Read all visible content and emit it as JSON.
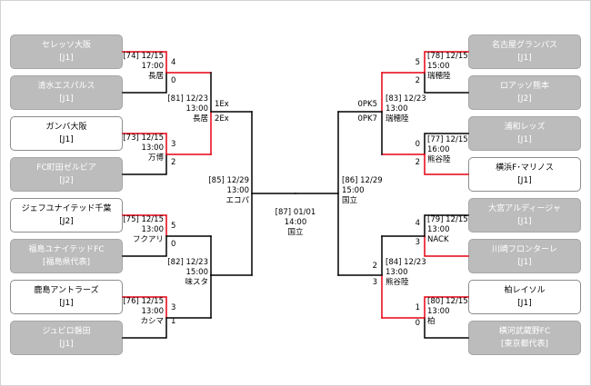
{
  "teams_left": [
    {
      "name": "セレッソ大阪",
      "division": "[J1]",
      "advanced": false
    },
    {
      "name": "清水エスパルス",
      "division": "[J1]",
      "advanced": false
    },
    {
      "name": "ガンバ大阪",
      "division": "[J1]",
      "advanced": true
    },
    {
      "name": "FC町田ゼルビア",
      "division": "[J2]",
      "advanced": false
    },
    {
      "name": "ジェフユナイテッド千葉",
      "division": "[J2]",
      "advanced": true
    },
    {
      "name": "福島ユナイテッドFC",
      "division": "[福島県代表]",
      "advanced": false
    },
    {
      "name": "鹿島アントラーズ",
      "division": "[J1]",
      "advanced": true
    },
    {
      "name": "ジュビロ磐田",
      "division": "[J1]",
      "advanced": false
    }
  ],
  "teams_right": [
    {
      "name": "名古屋グランパス",
      "division": "[J1]",
      "advanced": false
    },
    {
      "name": "ロアッソ熊本",
      "division": "[J2]",
      "advanced": false
    },
    {
      "name": "浦和レッズ",
      "division": "[J1]",
      "advanced": false
    },
    {
      "name": "横浜F･マリノス",
      "division": "[J1]",
      "advanced": true
    },
    {
      "name": "大宮アルディージャ",
      "division": "[J1]",
      "advanced": false
    },
    {
      "name": "川崎フロンターレ",
      "division": "[J1]",
      "advanced": false
    },
    {
      "name": "柏レイソル",
      "division": "[J1]",
      "advanced": true
    },
    {
      "name": "横河武蔵野FC",
      "division": "[東京都代表]",
      "advanced": false
    }
  ],
  "matches": {
    "m74": {
      "num_date": "[74] 12/15",
      "time": "17:00",
      "venue": "長居",
      "score_top": "4",
      "score_bottom": "0"
    },
    "m73": {
      "num_date": "[73] 12/15",
      "time": "13:00",
      "venue": "万博",
      "score_top": "3",
      "score_bottom": "2"
    },
    "m75": {
      "num_date": "[75] 12/15",
      "time": "13:00",
      "venue": "フクアリ",
      "score_top": "5",
      "score_bottom": "0"
    },
    "m76": {
      "num_date": "[76] 12/15",
      "time": "13:00",
      "venue": "カシマ",
      "score_top": "3",
      "score_bottom": "1"
    },
    "m81": {
      "num_date": "[81] 12/23",
      "time": "13:00",
      "venue": "長居",
      "score_top": "1Ex",
      "score_bottom": "2Ex"
    },
    "m82": {
      "num_date": "[82] 12/23",
      "time": "15:00",
      "venue": "味スタ",
      "score_top": "",
      "score_bottom": ""
    },
    "m85": {
      "num_date": "[85] 12/29",
      "time": "13:00",
      "venue": "エコパ"
    },
    "m78": {
      "num_date": "[78] 12/15",
      "time": "15:00",
      "venue": "瑞穂陸",
      "score_top": "5",
      "score_bottom": "2"
    },
    "m77": {
      "num_date": "[77] 12/15",
      "time": "16:00",
      "venue": "熊谷陸",
      "score_top": "0",
      "score_bottom": "2"
    },
    "m79": {
      "num_date": "[79] 12/15",
      "time": "13:00",
      "venue": "NACK",
      "score_top": "4",
      "score_bottom": "3"
    },
    "m80": {
      "num_date": "[80] 12/15",
      "time": "13:00",
      "venue": "柏",
      "score_top": "1",
      "score_bottom": "0"
    },
    "m83": {
      "num_date": "[83] 12/23",
      "time": "13:00",
      "venue": "瑞穂陸",
      "score_top": "0PK5",
      "score_bottom": "0PK7"
    },
    "m84": {
      "num_date": "[84] 12/23",
      "time": "13:00",
      "venue": "熊谷陸",
      "score_top": "2",
      "score_bottom": "3"
    },
    "m86": {
      "num_date": "[86] 12/29",
      "time": "15:00",
      "venue": "国立"
    },
    "final": {
      "num_date": "[87] 01/01",
      "time": "14:00",
      "venue": "国立"
    }
  },
  "colors": {
    "advance_line": "#e60012",
    "line": "#000000",
    "team_dim": "#bcbcbc",
    "team_active": "#ffffff"
  }
}
